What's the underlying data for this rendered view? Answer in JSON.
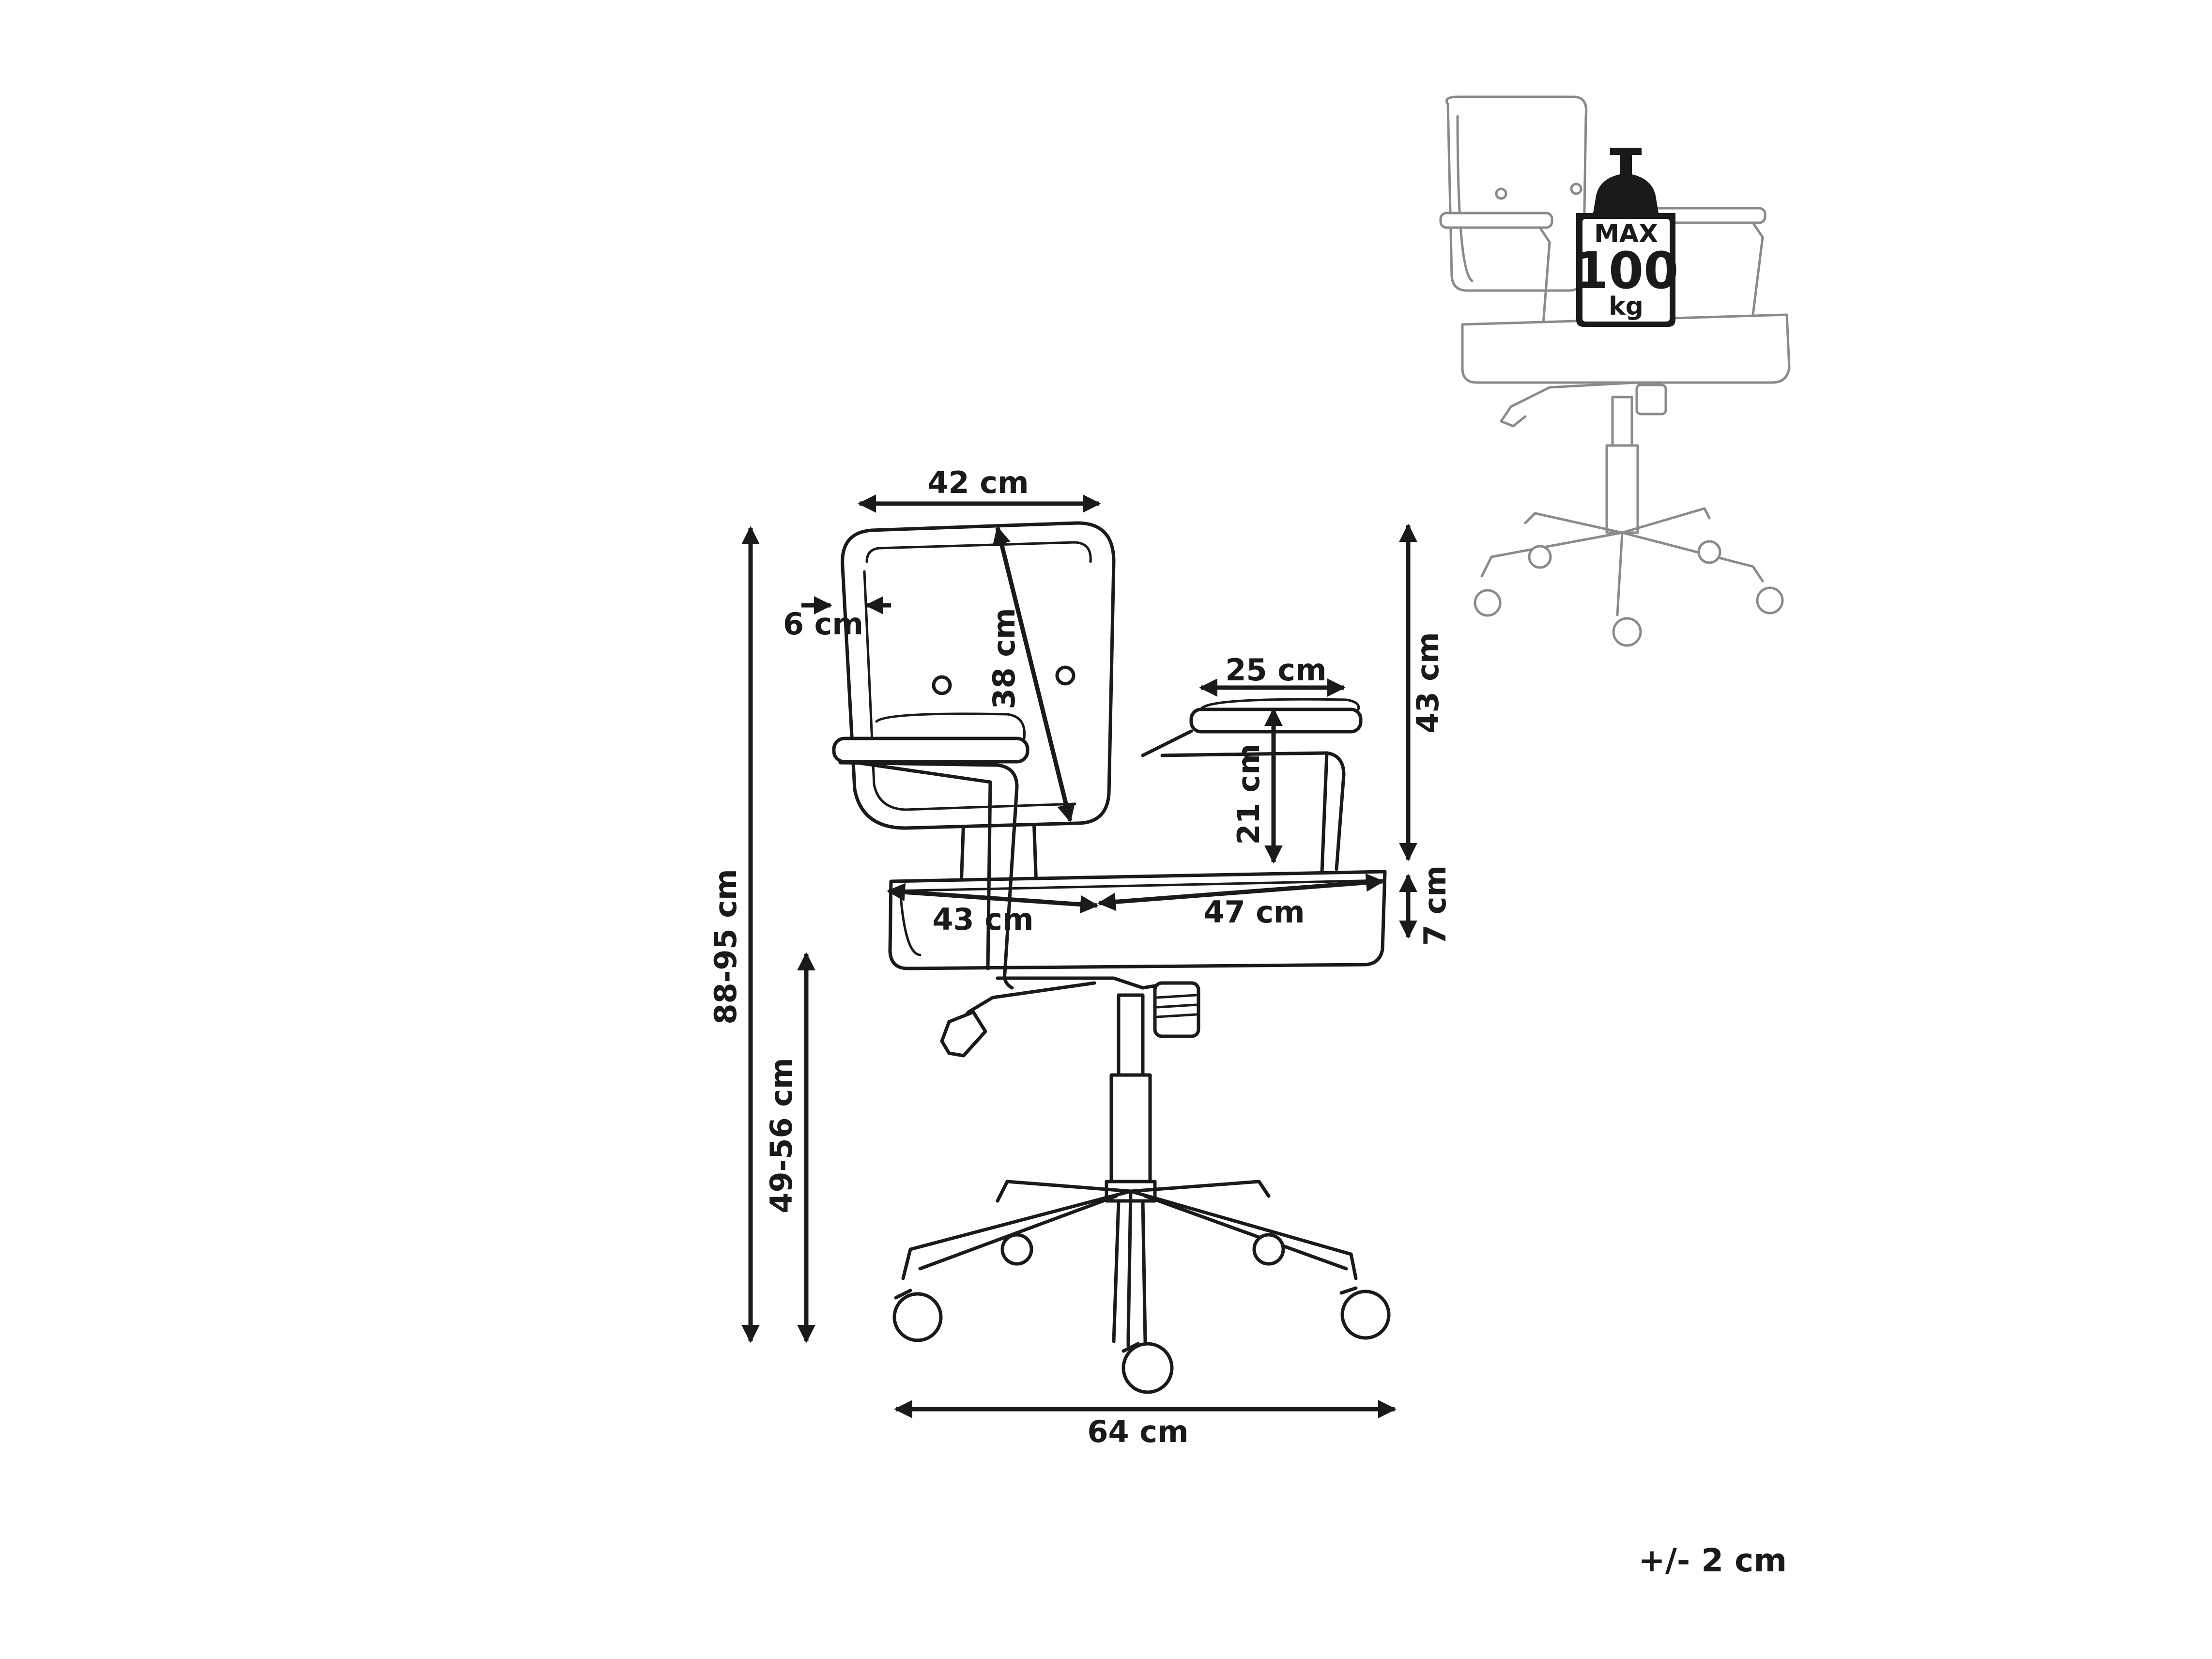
{
  "dimensions": {
    "backrest_width": "42 cm",
    "backrest_thickness": "6 cm",
    "backrest_height": "38 cm",
    "armrest_length": "25 cm",
    "armrest_height": "21 cm",
    "seat_to_top": "43 cm",
    "seat_thickness": "7 cm",
    "seat_width": "43 cm",
    "seat_depth": "47 cm",
    "total_height": "88-95 cm",
    "seat_height": "49-56 cm",
    "base_width": "64 cm"
  },
  "max_load": {
    "label": "MAX",
    "value": "100",
    "unit": "kg"
  },
  "tolerance": "+/- 2 cm"
}
